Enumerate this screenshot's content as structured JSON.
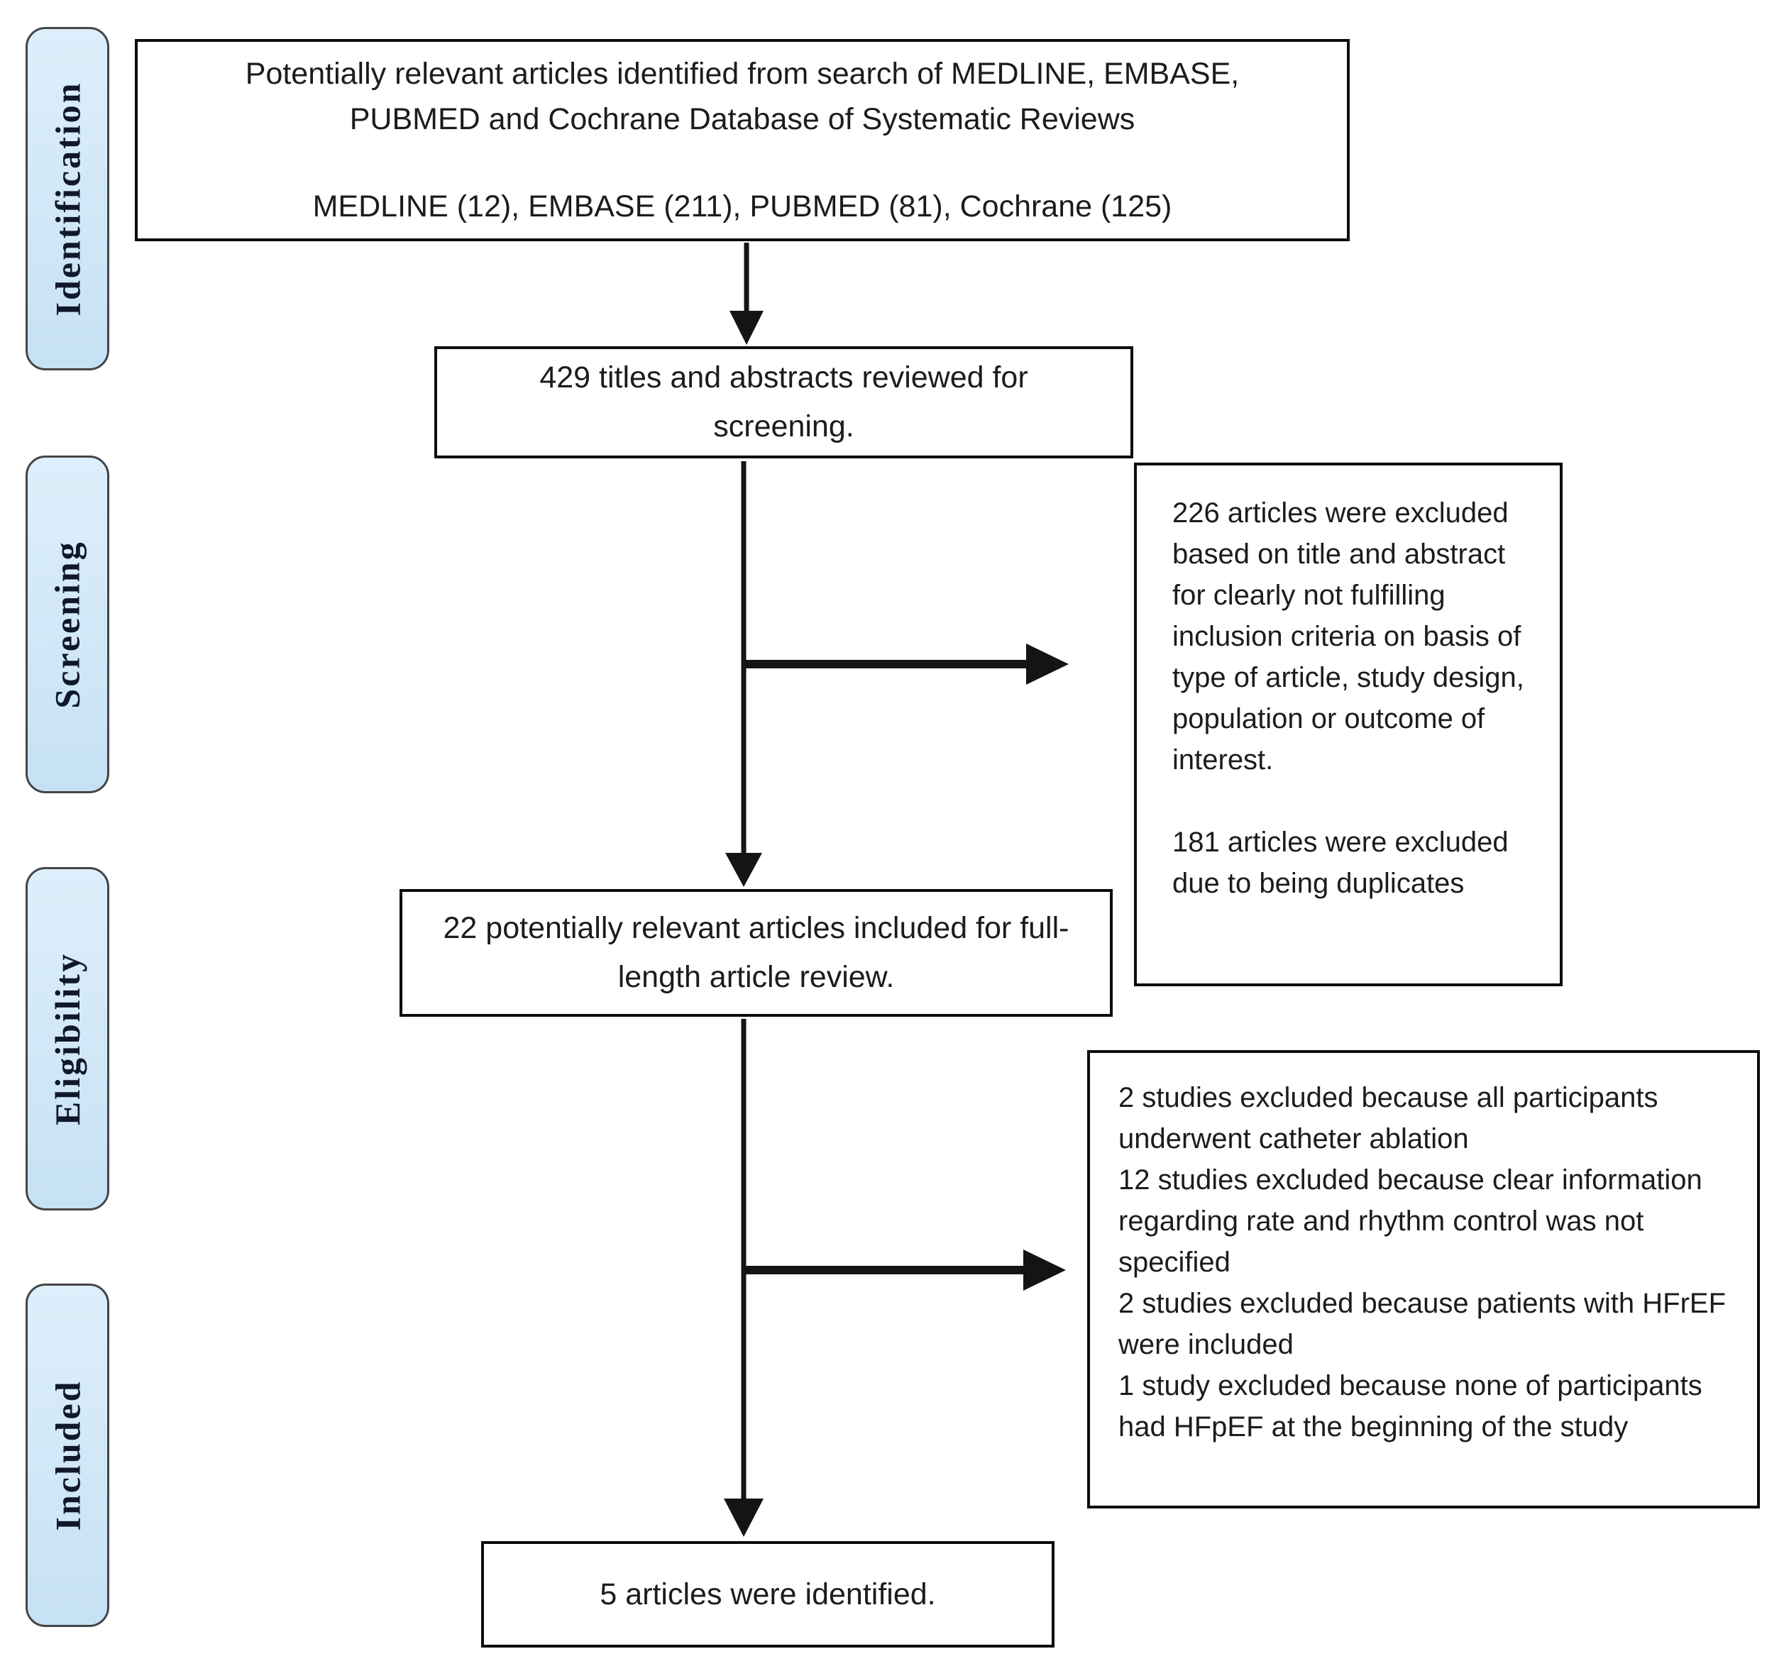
{
  "diagram_type": "PRISMA systematic review flow diagram",
  "stages": [
    {
      "id": "identification",
      "label": "Identification"
    },
    {
      "id": "screening",
      "label": "Screening"
    },
    {
      "id": "eligibility",
      "label": "Eligibility"
    },
    {
      "id": "included",
      "label": "Included"
    }
  ],
  "boxes": {
    "identified": {
      "main": "Potentially relevant articles identified from search of MEDLINE, EMBASE, PUBMED and Cochrane Database of Systematic Reviews",
      "counts": "MEDLINE (12), EMBASE (211), PUBMED (81), Cochrane (125)"
    },
    "screened": {
      "text": "429 titles and abstracts reviewed for screening."
    },
    "excluded_screening": {
      "items": [
        "226 articles were excluded based on title and abstract for clearly not fulfilling inclusion criteria on basis of type of article, study design, population or outcome of interest.",
        "181 articles were excluded due to being duplicates"
      ]
    },
    "full_text": {
      "text": "22 potentially relevant articles included for full-length article review."
    },
    "excluded_eligibility": {
      "items": [
        "2 studies excluded because all participants underwent catheter ablation",
        "12 studies excluded because clear information regarding rate and rhythm control was not specified",
        "2 studies excluded because patients with HFrEF were included",
        "1 study excluded because none of participants had HFpEF at the beginning of the study"
      ]
    },
    "final": {
      "text": "5 articles were identified."
    }
  },
  "counts": {
    "medline": 12,
    "embase": 211,
    "pubmed": 81,
    "cochrane": 125,
    "titles_abstracts_screened": 429,
    "excluded_title_abstract": 226,
    "excluded_duplicates": 181,
    "full_length_reviewed": 22,
    "excluded_all_catheter_ablation": 2,
    "excluded_rate_rhythm_not_specified": 12,
    "excluded_hfref_included": 2,
    "excluded_no_hfpef_at_baseline": 1,
    "articles_identified": 5
  },
  "colors": {
    "stage_fill": "#d3e9f8",
    "stage_border": "#454545",
    "box_border": "#0d0d0d",
    "arrow": "#141414",
    "text": "#1c1c1c",
    "background": "#ffffff"
  }
}
